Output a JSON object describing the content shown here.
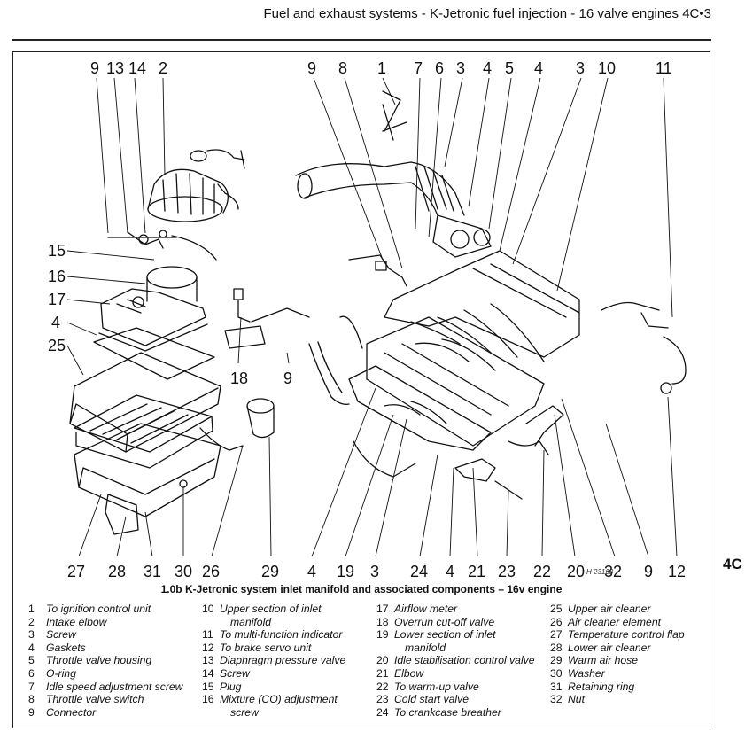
{
  "header": {
    "title": "Fuel and exhaust systems - K-Jetronic fuel injection - 16 valve engines  4C•3"
  },
  "side_tab": {
    "label": "4C"
  },
  "figure": {
    "ref_code": "H 23168",
    "caption": "1.0b  K-Jetronic system inlet manifold and associated components – 16v engine",
    "callouts_top": [
      "9",
      "13",
      "14",
      "2",
      "9",
      "8",
      "1",
      "7",
      "6",
      "3",
      "4",
      "5",
      "4",
      "3",
      "10",
      "11"
    ],
    "callouts_left": [
      "15",
      "16",
      "17",
      "4",
      "25"
    ],
    "callouts_mid": [
      "18",
      "9"
    ],
    "callouts_bottom": [
      "27",
      "28",
      "31",
      "30",
      "26",
      "29",
      "4",
      "19",
      "3",
      "24",
      "4",
      "21",
      "23",
      "22",
      "20",
      "32",
      "9",
      "12"
    ]
  },
  "legend": {
    "col1": [
      {
        "n": "1",
        "t": "To ignition control unit"
      },
      {
        "n": "2",
        "t": "Intake elbow"
      },
      {
        "n": "3",
        "t": "Screw"
      },
      {
        "n": "4",
        "t": "Gaskets"
      },
      {
        "n": "5",
        "t": "Throttle valve housing"
      },
      {
        "n": "6",
        "t": "O-ring"
      },
      {
        "n": "7",
        "t": "Idle speed adjustment screw"
      },
      {
        "n": "8",
        "t": "Throttle valve switch"
      },
      {
        "n": "9",
        "t": "Connector"
      }
    ],
    "col2": [
      {
        "n": "10",
        "t": "Upper section of inlet",
        "t2": "manifold"
      },
      {
        "n": "11",
        "t": "To multi-function indicator"
      },
      {
        "n": "12",
        "t": "To brake servo unit"
      },
      {
        "n": "13",
        "t": "Diaphragm pressure valve"
      },
      {
        "n": "14",
        "t": "Screw"
      },
      {
        "n": "15",
        "t": "Plug"
      },
      {
        "n": "16",
        "t": "Mixture (CO) adjustment",
        "t2": "screw"
      }
    ],
    "col3": [
      {
        "n": "17",
        "t": "Airflow meter"
      },
      {
        "n": "18",
        "t": "Overrun cut-off valve"
      },
      {
        "n": "19",
        "t": "Lower section of inlet",
        "t2": "manifold"
      },
      {
        "n": "20",
        "t": "Idle stabilisation control valve"
      },
      {
        "n": "21",
        "t": "Elbow"
      },
      {
        "n": "22",
        "t": "To warm-up valve"
      },
      {
        "n": "23",
        "t": "Cold start valve"
      },
      {
        "n": "24",
        "t": "To crankcase breather"
      }
    ],
    "col4": [
      {
        "n": "25",
        "t": "Upper air cleaner"
      },
      {
        "n": "26",
        "t": "Air cleaner element"
      },
      {
        "n": "27",
        "t": "Temperature control flap"
      },
      {
        "n": "28",
        "t": "Lower air cleaner"
      },
      {
        "n": "29",
        "t": "Warm air hose"
      },
      {
        "n": "30",
        "t": "Washer"
      },
      {
        "n": "31",
        "t": "Retaining ring"
      },
      {
        "n": "32",
        "t": "Nut"
      }
    ]
  }
}
